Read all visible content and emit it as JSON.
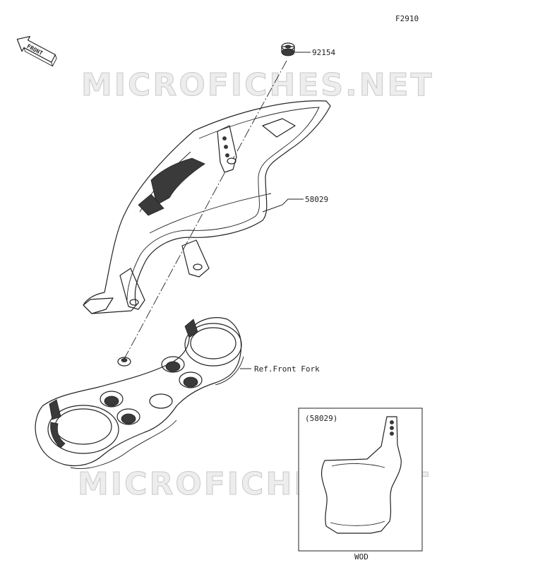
{
  "figure_code": "F2910",
  "front_badge": "FRONT",
  "watermark": "MICROFICHES.NET",
  "parts": {
    "bolt": "92154",
    "number_plate": "58029",
    "fork_ref": "Ref.Front Fork"
  },
  "inset": {
    "label": "(58029)",
    "caption": "WOD"
  }
}
